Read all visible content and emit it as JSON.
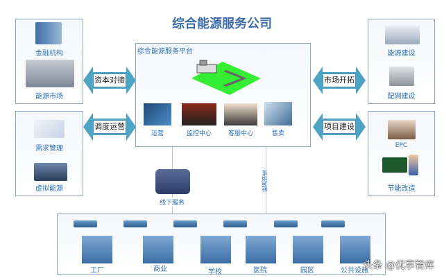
{
  "title": "综合能源服务公司",
  "left_boxes": [
    {
      "items": [
        "金融机构",
        "能源市场"
      ]
    },
    {
      "items": [
        "需求管理",
        "虚拟能源"
      ]
    }
  ],
  "right_boxes": [
    {
      "items": [
        "能源建设",
        "配网建设"
      ]
    },
    {
      "items": [
        "EPC",
        "节能改造"
      ]
    }
  ],
  "arrows": {
    "left": [
      "资本对接",
      "调度运营"
    ],
    "right": [
      "市场开拓",
      "项目建设"
    ]
  },
  "platform": {
    "title": "综合能源服务平台",
    "services": [
      "运营",
      "监控中心",
      "客服中心",
      "售卖"
    ]
  },
  "links": {
    "offline": "线下服务",
    "sales": "能源销售"
  },
  "customers": [
    "工厂",
    "商业",
    "学校",
    "医院",
    "园区",
    "公共设施"
  ],
  "watermark": "头条 @优享智库",
  "colors": {
    "accent": "#2f73b8",
    "arrow": "#4fa3c4"
  }
}
